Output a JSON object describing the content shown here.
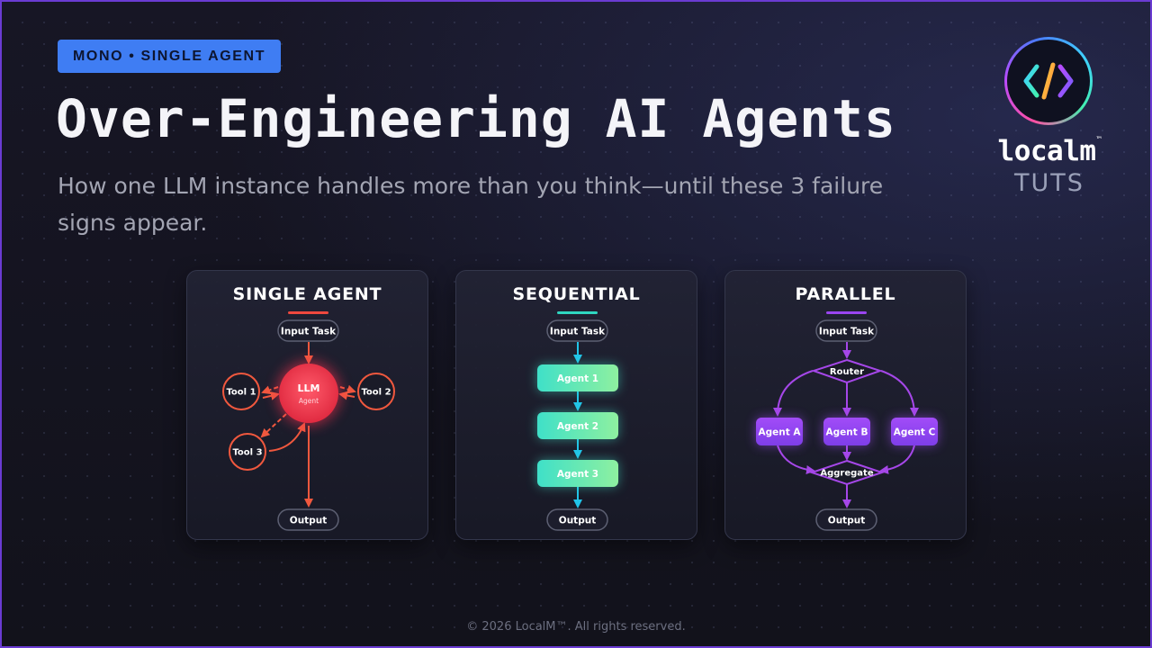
{
  "badge": "MONO • SINGLE AGENT",
  "title": "Over-Engineering AI Agents",
  "subtitle": "How one LLM instance handles more than you think—until these 3 failure signs appear.",
  "brand": {
    "name": "localm",
    "tm": "™",
    "sub": "TUTS",
    "icon": "code-brackets-icon"
  },
  "panels": {
    "single": {
      "title": "SINGLE AGENT",
      "accent": "#f0483e",
      "input": "Input Task",
      "llm": "LLM",
      "llm_sub": "Agent",
      "tool1": "Tool 1",
      "tool2": "Tool 2",
      "tool3": "Tool 3",
      "output": "Output"
    },
    "sequential": {
      "title": "SEQUENTIAL",
      "accent": "#2fd6c0",
      "input": "Input Task",
      "agent1": "Agent 1",
      "agent2": "Agent 2",
      "agent3": "Agent 3",
      "output": "Output"
    },
    "parallel": {
      "title": "PARALLEL",
      "accent": "#9a45f0",
      "input": "Input Task",
      "router": "Router",
      "agentA": "Agent A",
      "agentB": "Agent B",
      "agentC": "Agent C",
      "aggregate": "Aggregate",
      "output": "Output"
    }
  },
  "footer": "© 2026 LocalM™. All rights reserved."
}
